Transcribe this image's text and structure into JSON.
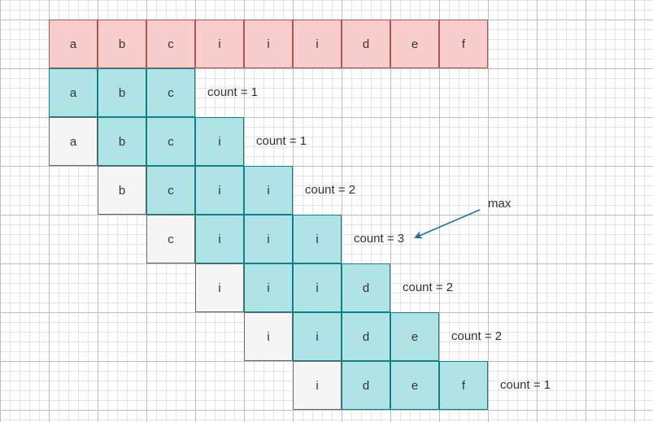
{
  "header_row": [
    "a",
    "b",
    "c",
    "i",
    "i",
    "i",
    "d",
    "e",
    "f"
  ],
  "windows": [
    {
      "grey": null,
      "teal": [
        "a",
        "b",
        "c"
      ],
      "count_label": "count = 1"
    },
    {
      "grey": "a",
      "teal": [
        "b",
        "c",
        "i"
      ],
      "count_label": "count = 1"
    },
    {
      "grey": "b",
      "teal": [
        "c",
        "i",
        "i"
      ],
      "count_label": "count = 2"
    },
    {
      "grey": "c",
      "teal": [
        "i",
        "i",
        "i"
      ],
      "count_label": "count = 3"
    },
    {
      "grey": "i",
      "teal": [
        "i",
        "i",
        "d"
      ],
      "count_label": "count = 2"
    },
    {
      "grey": "i",
      "teal": [
        "i",
        "d",
        "e"
      ],
      "count_label": "count = 2"
    },
    {
      "grey": "i",
      "teal": [
        "d",
        "e",
        "f"
      ],
      "count_label": "count = 1"
    }
  ],
  "max_annotation": {
    "label": "max",
    "arrow_color": "#1f6fa4"
  },
  "colors": {
    "header_fill": "#f8cecc",
    "header_stroke": "#b85450",
    "window_fill": "#b0e3e6",
    "window_stroke": "#0e8088",
    "removed_fill": "#f5f5f5",
    "removed_stroke": "#666666"
  }
}
